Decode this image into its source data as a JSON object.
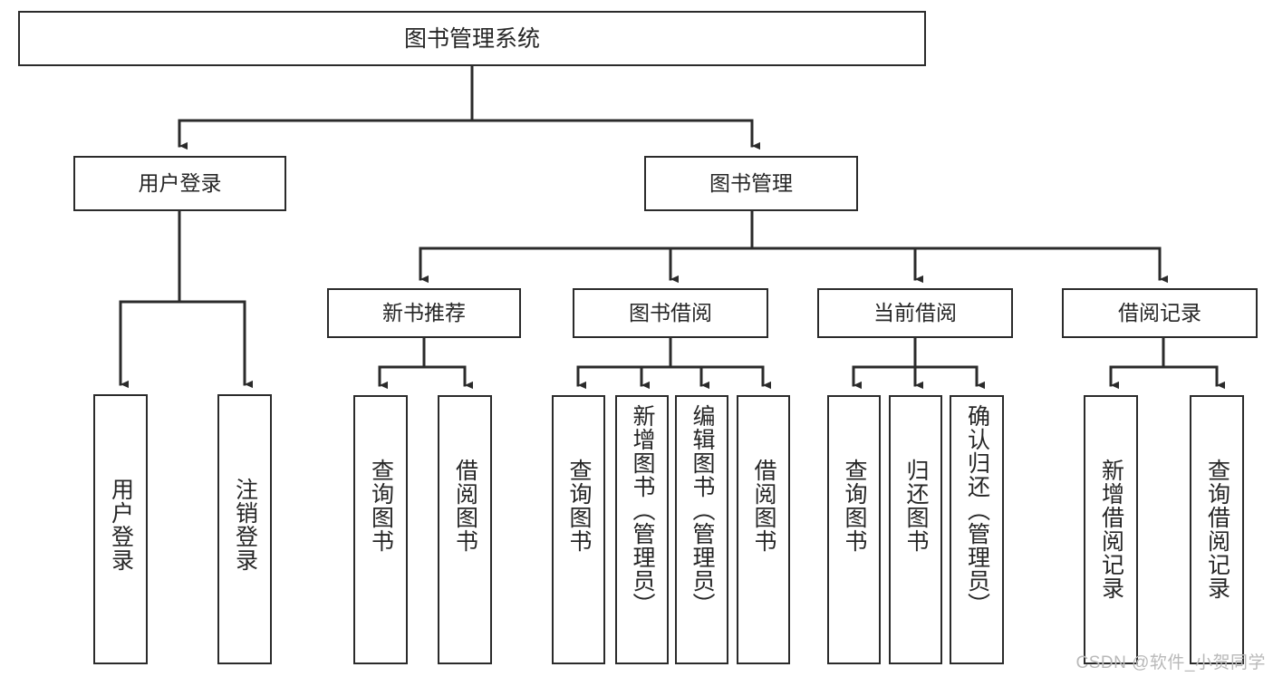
{
  "diagram": {
    "type": "tree-hierarchy-chart",
    "title": "图书管理系统",
    "watermark": "CSDN @软件_小贺同学",
    "colors": {
      "stroke": "#2b2b2b",
      "fill": "#ffffff",
      "text": "#262626",
      "watermark": "#b9b9b9"
    },
    "nodes": {
      "root": {
        "label": "图书管理系统",
        "level": 0
      },
      "l1": [
        {
          "id": "user-login",
          "label": "用户登录",
          "level": 1
        },
        {
          "id": "book-manage",
          "label": "图书管理",
          "level": 1
        }
      ],
      "l2": [
        {
          "id": "new-book-recommend",
          "label": "新书推荐",
          "level": 2,
          "parent": "book-manage"
        },
        {
          "id": "book-borrow",
          "label": "图书借阅",
          "level": 2,
          "parent": "book-manage"
        },
        {
          "id": "current-borrow",
          "label": "当前借阅",
          "level": 2,
          "parent": "book-manage"
        },
        {
          "id": "borrow-record",
          "label": "借阅记录",
          "level": 2,
          "parent": "book-manage"
        }
      ],
      "leaves": [
        {
          "id": "leaf-user-login",
          "label": "用户登录",
          "parent": "user-login"
        },
        {
          "id": "leaf-user-logout",
          "label": "注销登录",
          "parent": "user-login"
        },
        {
          "id": "leaf-query-book-1",
          "label": "查询图书",
          "parent": "new-book-recommend"
        },
        {
          "id": "leaf-borrow-book-1",
          "label": "借阅图书",
          "parent": "new-book-recommend"
        },
        {
          "id": "leaf-query-book-2",
          "label": "查询图书",
          "parent": "book-borrow"
        },
        {
          "id": "leaf-add-book",
          "label": "新增图书（管理员）",
          "parent": "book-borrow"
        },
        {
          "id": "leaf-edit-book",
          "label": "编辑图书（管理员）",
          "parent": "book-borrow"
        },
        {
          "id": "leaf-borrow-book-2",
          "label": "借阅图书",
          "parent": "book-borrow"
        },
        {
          "id": "leaf-query-book-3",
          "label": "查询图书",
          "parent": "current-borrow"
        },
        {
          "id": "leaf-return-book",
          "label": "归还图书",
          "parent": "current-borrow"
        },
        {
          "id": "leaf-confirm-return",
          "label": "确认归还（管理员）",
          "parent": "current-borrow"
        },
        {
          "id": "leaf-add-record",
          "label": "新增借阅记录",
          "parent": "borrow-record"
        },
        {
          "id": "leaf-query-record",
          "label": "查询借阅记录",
          "parent": "borrow-record"
        }
      ]
    }
  }
}
